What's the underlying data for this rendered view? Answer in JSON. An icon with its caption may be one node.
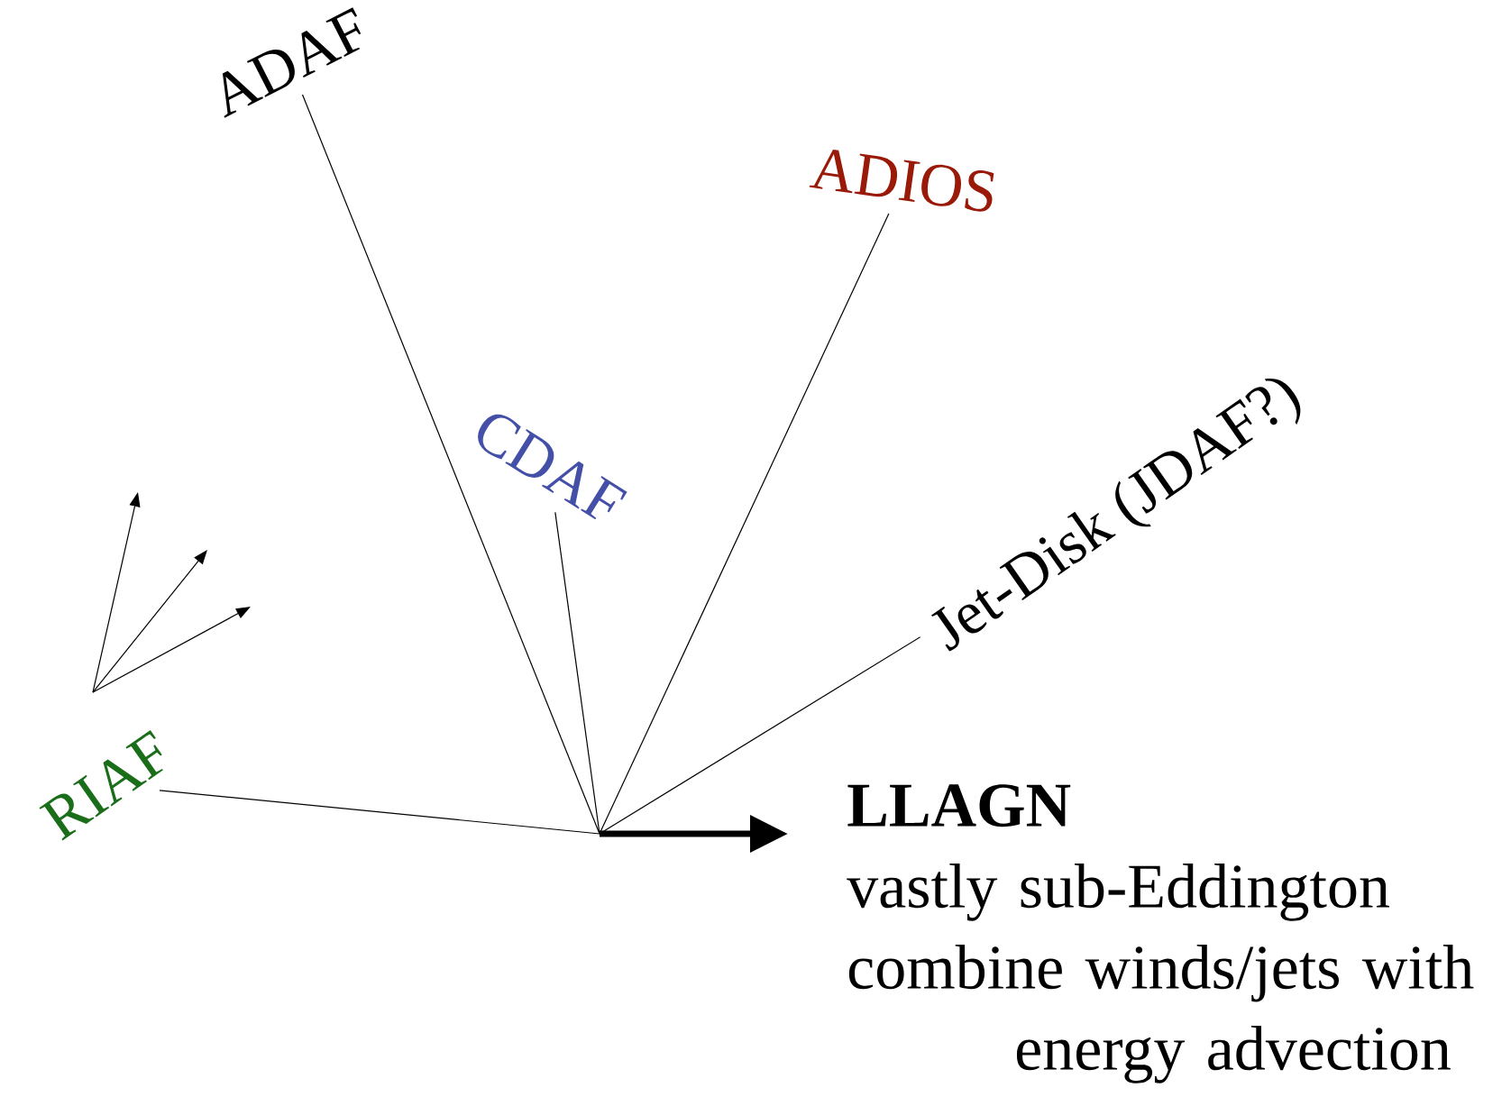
{
  "diagram": {
    "nodes": [
      {
        "text": [
          "ADAF"
        ]
      },
      {
        "text": [
          "ADIOS"
        ]
      },
      {
        "text": [
          "CDAF"
        ]
      },
      {
        "text": [
          "Jet-Disk (JDAF?)"
        ]
      },
      {
        "text": [
          "RIAF"
        ]
      },
      {
        "text": [
          "LLAGN",
          "vastly sub-Eddington",
          "combine winds/jets with energy advection"
        ]
      }
    ],
    "edges": [
      {
        "from": 0,
        "to": 5,
        "arrow": "to"
      },
      {
        "from": 1,
        "to": 5,
        "arrow": "to"
      },
      {
        "from": 2,
        "to": 5,
        "arrow": "to"
      },
      {
        "from": 3,
        "to": 5,
        "arrow": "to"
      },
      {
        "from": 4,
        "to": 5,
        "arrow": "to"
      }
    ]
  }
}
